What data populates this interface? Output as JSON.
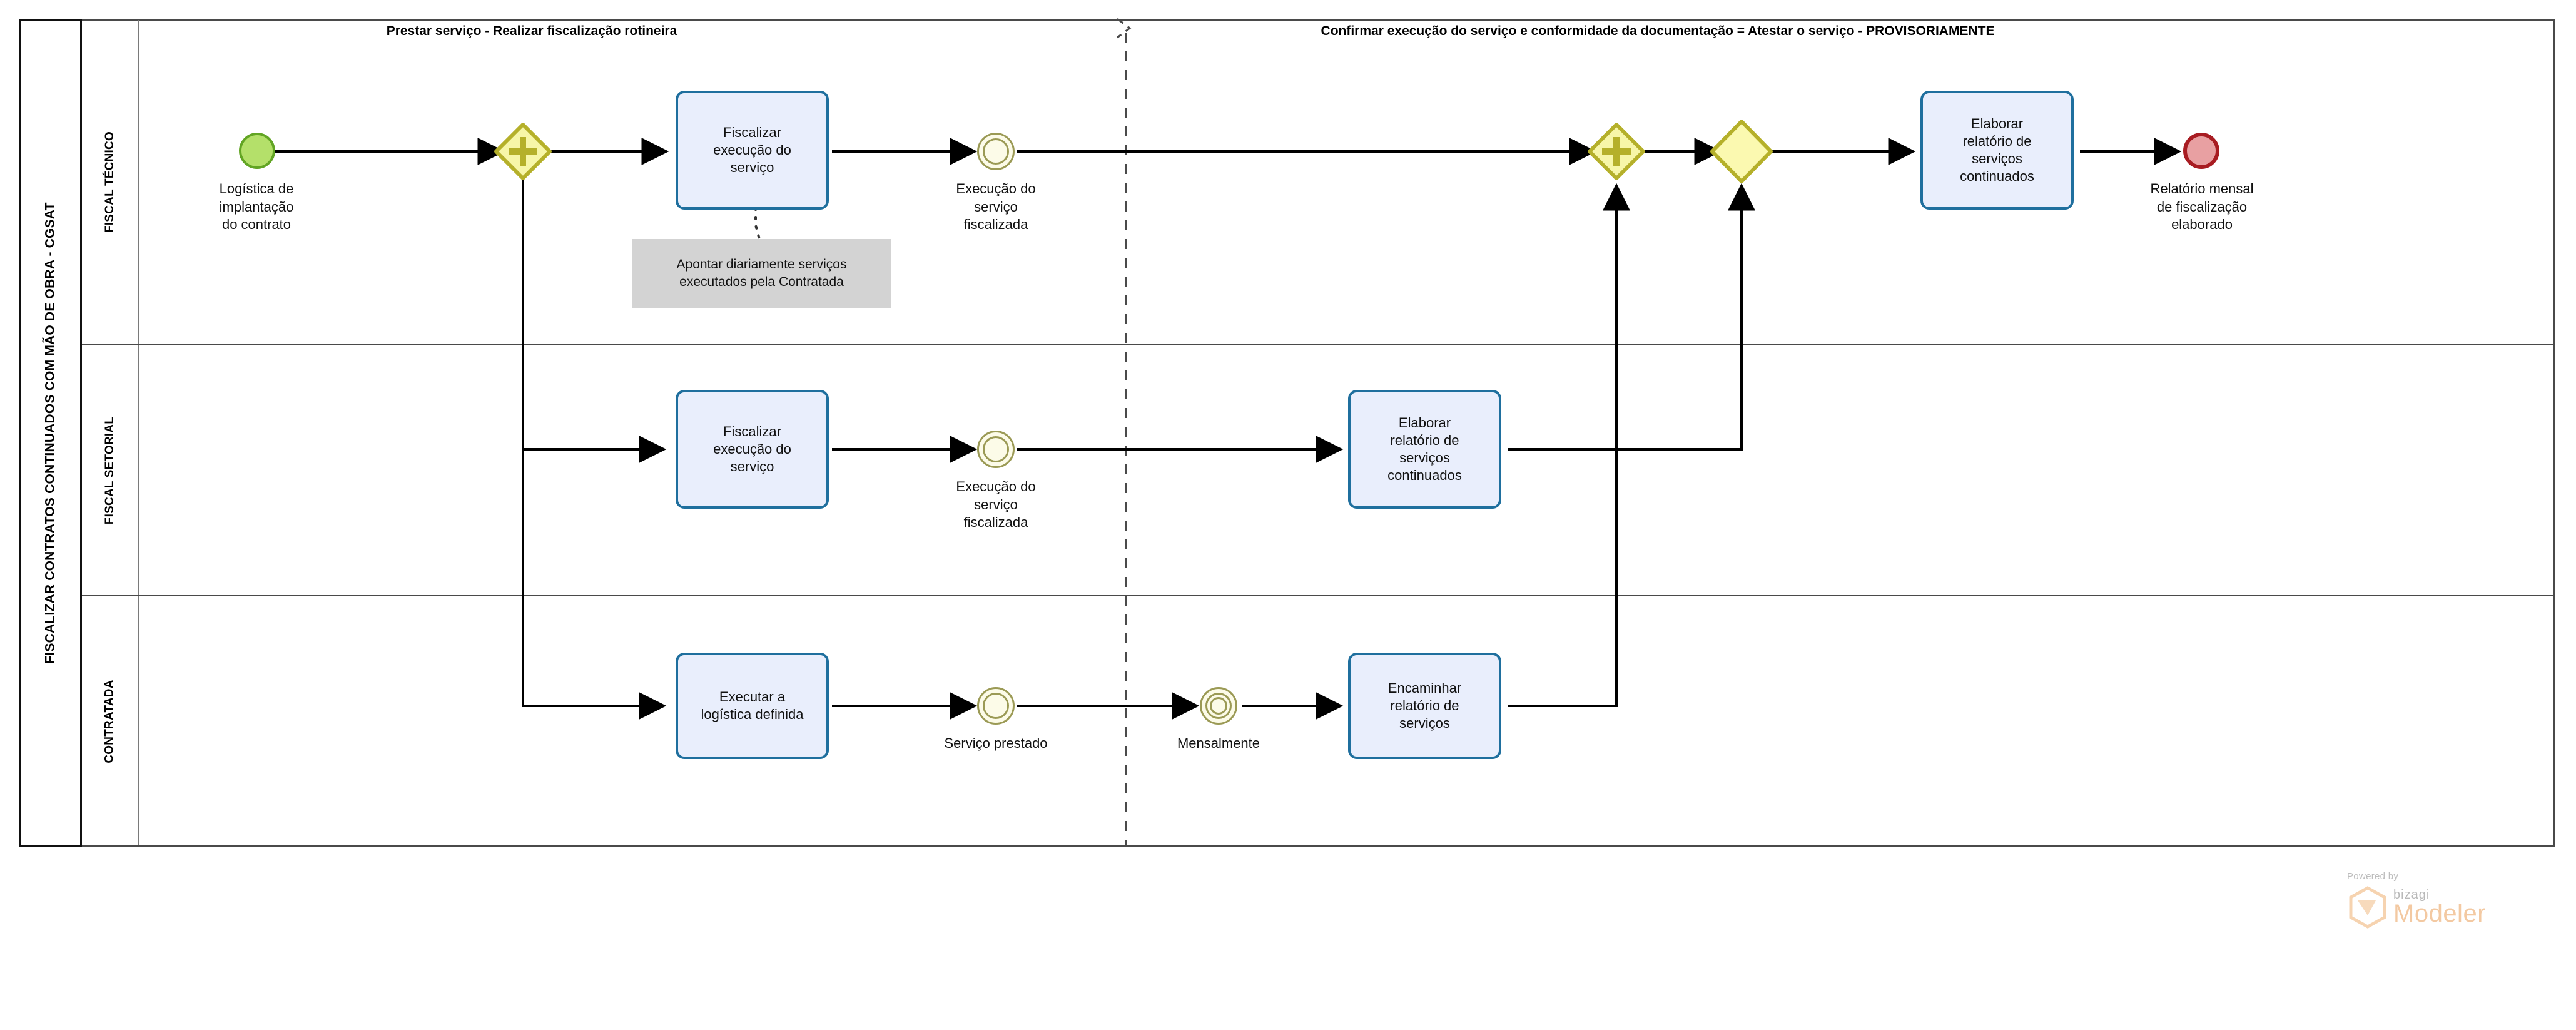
{
  "pool": {
    "title": "FISCALIZAR CONTRATOS CONTINUADOS COM MÃO DE OBRA - CGSAT",
    "lanes": [
      {
        "id": "fiscal-tecnico",
        "label": "FISCAL TÉCNICO"
      },
      {
        "id": "fiscal-setorial",
        "label": "FISCAL SETORIAL"
      },
      {
        "id": "contratada",
        "label": "CONTRATADA"
      }
    ]
  },
  "phases": [
    {
      "id": "phase-1",
      "label": "Prestar serviço - Realizar fiscalização rotineira"
    },
    {
      "id": "phase-2",
      "label": "Confirmar execução do serviço e conformidade da documentação = Atestar o serviço - PROVISORIAMENTE"
    }
  ],
  "colors": {
    "task_fill": "#e9eefc",
    "task_stroke": "#1f6f9e",
    "start_fill": "#b4e06a",
    "start_stroke": "#62a524",
    "end_fill": "#e8a0a2",
    "end_stroke": "#a81c22",
    "gateway_fill": "#f7f6a8",
    "gateway_stroke": "#b5b02a",
    "intermediate_stroke": "#9b9a55",
    "annotation_fill": "#d3d3d3",
    "lane_border": "#4a4a4a",
    "flow_line": "#000000"
  },
  "lane1": {
    "start_event": {
      "icon": "start-event-icon",
      "label": "Logística de\nimplantação\ndo contrato"
    },
    "gateway_split": {
      "icon": "parallel-gateway-icon",
      "type": "parallel"
    },
    "task_fiscalizar": {
      "label": "Fiscalizar\nexecução do\nserviço"
    },
    "intermediate_event": {
      "icon": "intermediate-event-icon",
      "label": "Execução do\nserviço\nfiscalizada"
    },
    "annotation": {
      "label": "Apontar diariamente serviços\nexecutados pela Contratada"
    },
    "gateway_join_parallel": {
      "icon": "parallel-gateway-icon",
      "type": "parallel"
    },
    "gateway_join_exclusive": {
      "icon": "exclusive-gateway-icon",
      "type": "exclusive"
    },
    "task_relatorio": {
      "label": "Elaborar\nrelatório de\nserviços\ncontinuados"
    },
    "end_event": {
      "icon": "end-event-icon",
      "label": "Relatório mensal\nde fiscalização\nelaborado"
    }
  },
  "lane2": {
    "task_fiscalizar": {
      "label": "Fiscalizar\nexecução do\nserviço"
    },
    "intermediate_event": {
      "icon": "intermediate-event-icon",
      "label": "Execução do\nserviço\nfiscalizada"
    },
    "task_relatorio": {
      "label": "Elaborar\nrelatório de\nserviços\ncontinuados"
    }
  },
  "lane3": {
    "task_executar": {
      "label": "Executar a\nlogística definida"
    },
    "intermediate_event": {
      "icon": "intermediate-event-icon",
      "label": "Serviço prestado"
    },
    "timer_event": {
      "icon": "timer-event-icon",
      "label": "Mensalmente"
    },
    "task_encaminhar": {
      "label": "Encaminhar\nrelatório de\nserviços"
    }
  },
  "watermark": {
    "powered_by": "Powered by",
    "brand": "bizagi",
    "product": "Modeler"
  }
}
